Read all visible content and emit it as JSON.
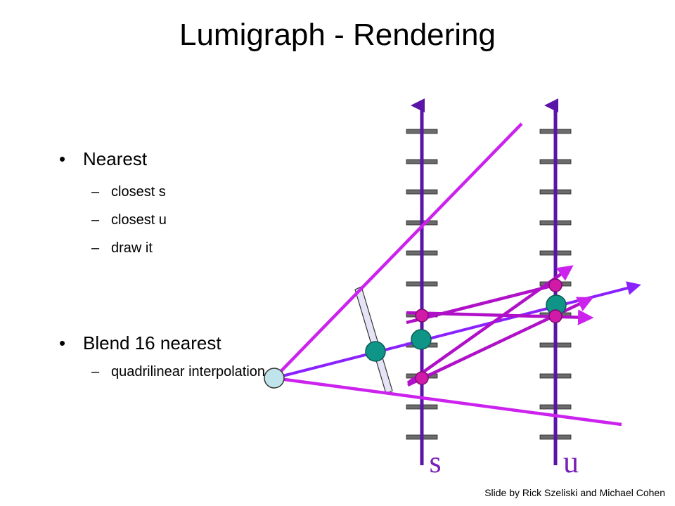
{
  "slide": {
    "title": "Lumigraph - Rendering",
    "bullets": [
      {
        "text": "Nearest",
        "sub": [
          "closest s",
          "closest u",
          "draw it"
        ]
      },
      {
        "text": "Blend 16 nearest",
        "sub": [
          "quadrilinear interpolation"
        ]
      }
    ],
    "bullet_glyph": "•",
    "sub_glyph": "–",
    "credit": "Slide by Rick Szeliski and Michael Cohen"
  },
  "diagram": {
    "s_label": "s",
    "u_label": "u",
    "colors": {
      "axis": "#5a14a8",
      "tick": "#555555",
      "ray": "#cc22ee",
      "ray_dark": "#b010c8",
      "ray_blue": "#8a22ff",
      "sample_dot": "#d21aa8",
      "hit_dot": "#0f9488",
      "eye": "#bfe4ec",
      "film": "#e4e4f6"
    }
  }
}
